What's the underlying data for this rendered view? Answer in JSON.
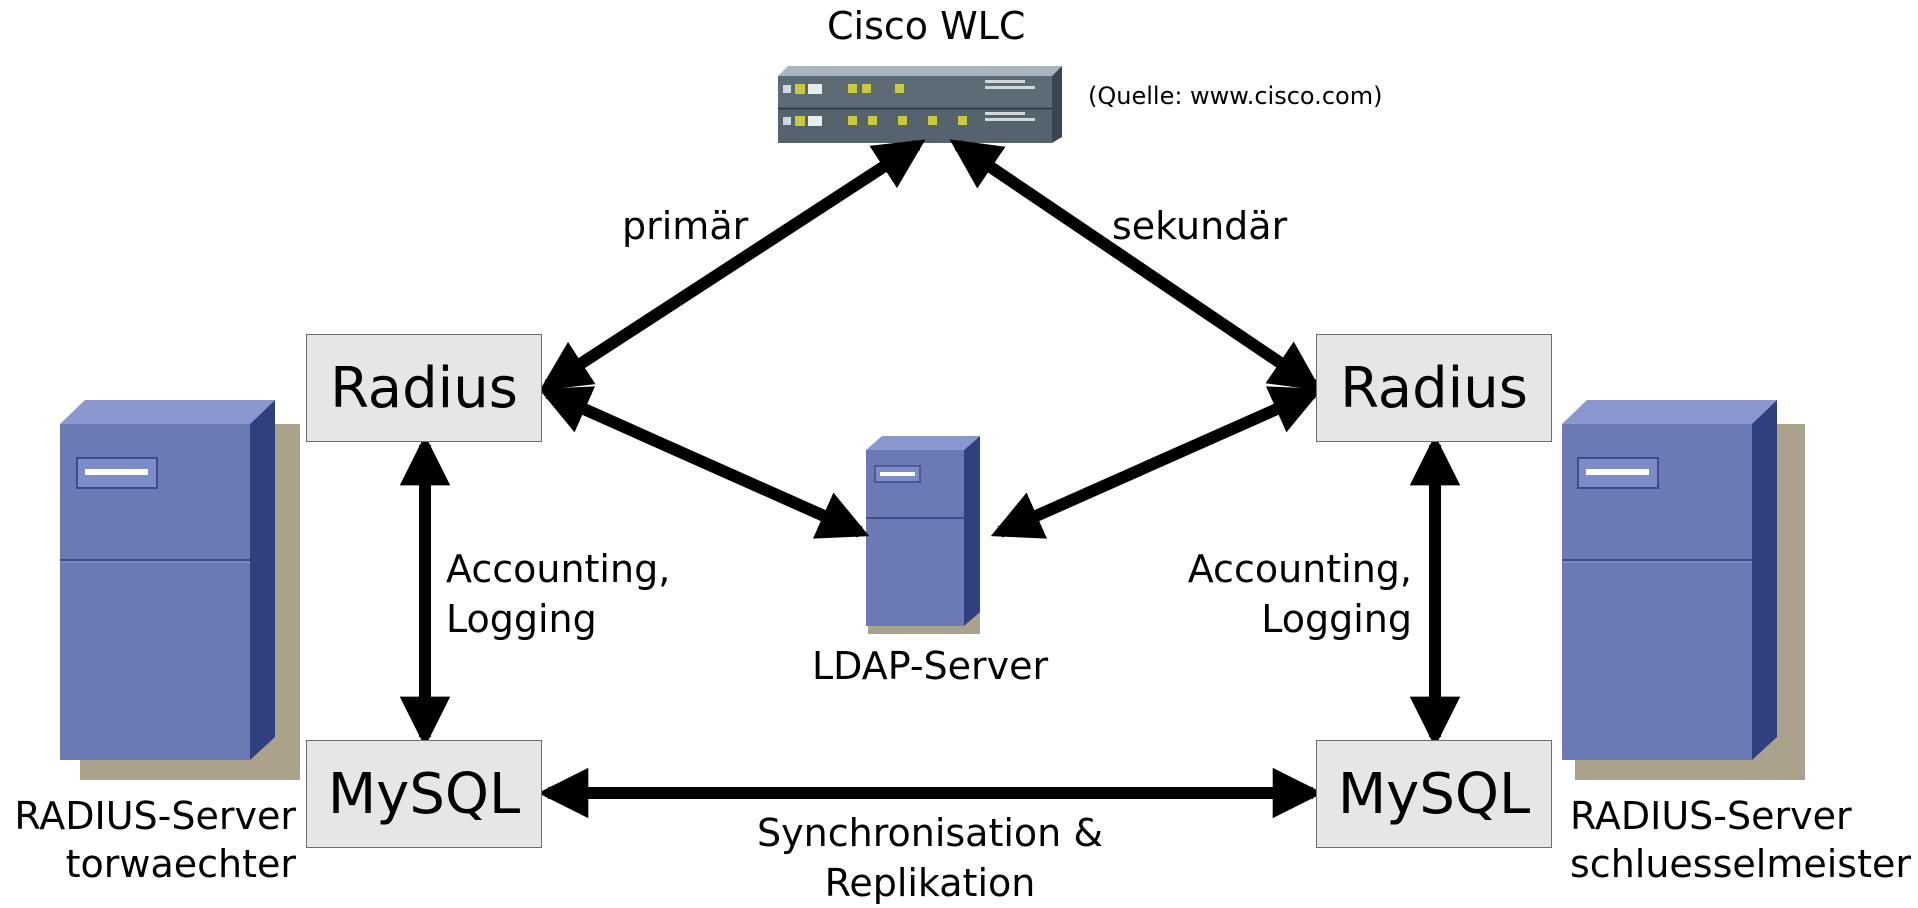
{
  "title": "Cisco WLC",
  "source_note": "(Quelle: www.cisco.com)",
  "links": {
    "primary": "primär",
    "secondary": "sekundär",
    "accounting_line1": "Accounting,",
    "accounting_line2": "Logging",
    "sync_line1": "Synchronisation &",
    "sync_line2": "Replikation"
  },
  "nodes": {
    "radius_left": "Radius",
    "radius_right": "Radius",
    "mysql_left": "MySQL",
    "mysql_right": "MySQL",
    "ldap_label": "LDAP-Server"
  },
  "servers": {
    "left_line1": "RADIUS-Server",
    "left_line2": "torwaechter",
    "right_line1": "RADIUS-Server",
    "right_line2": "schluesselmeister"
  },
  "colors": {
    "tower_front": "#6b79b5",
    "tower_side": "#2f3f7f",
    "tower_top": "#8a98cf",
    "tower_shadow": "#aaa28a",
    "box_fill": "#e6e6e6",
    "arrow": "#000000",
    "device_body": "#5d6b76"
  }
}
